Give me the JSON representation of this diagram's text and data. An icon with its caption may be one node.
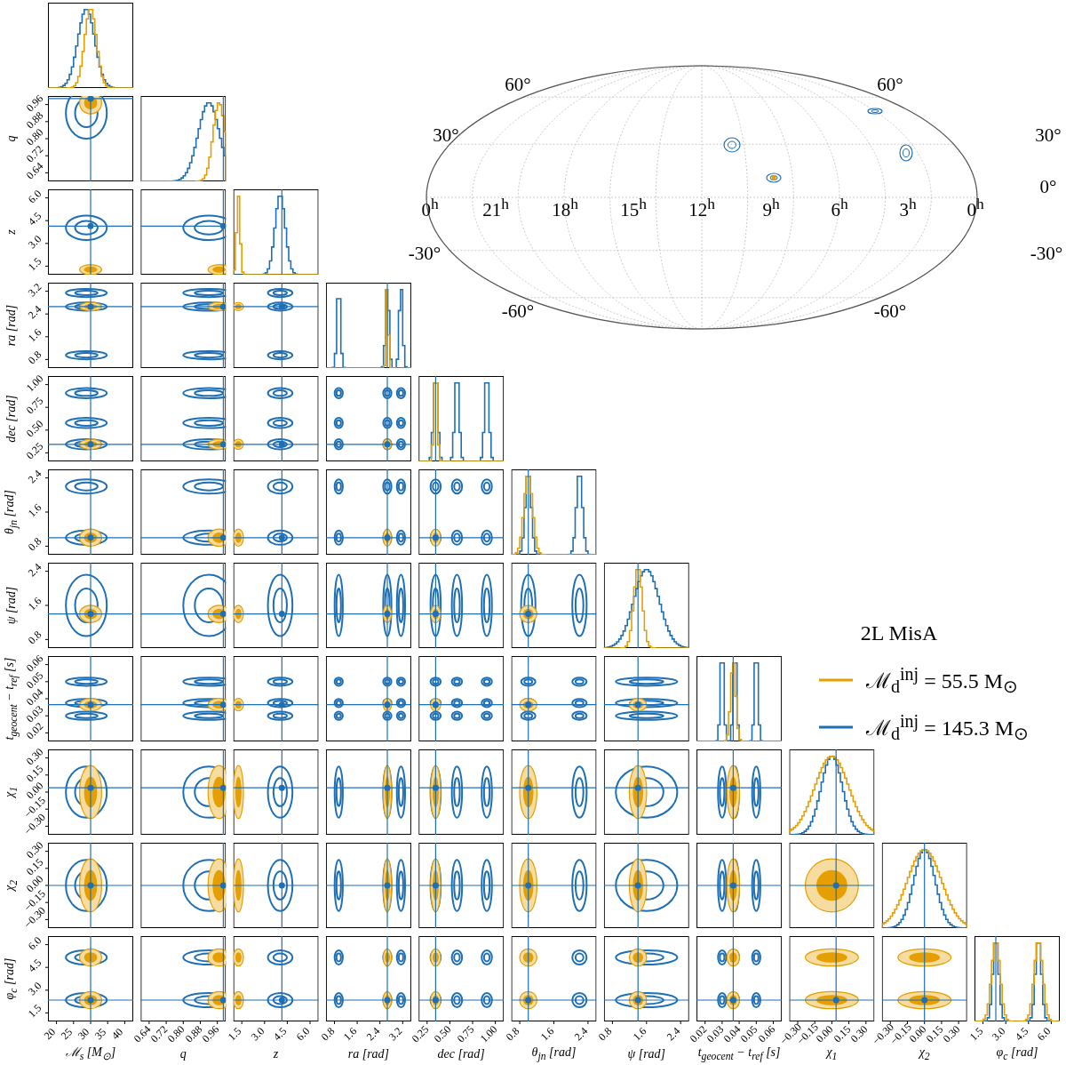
{
  "diagram": {
    "labels": [
      "60°",
      "60°",
      "30°",
      "30°",
      "0°",
      "0$^{h}$",
      "21$^{h}$",
      "18$^{h}$",
      "15$^{h}$",
      "12$^{h}$",
      "9$^{h}$",
      "6$^{h}$",
      "3$^{h}$",
      "0$^{h}$",
      "-30°",
      "-30°",
      "-60°",
      "-60°",
      "2L MisA",
      "q",
      "0.96",
      "0.88",
      "0.80",
      "0.72",
      "0.64",
      "z",
      "6.0",
      "4.5",
      "3.0",
      "1.5",
      "ra [rad]",
      "3.2",
      "2.4",
      "1.6",
      "0.8",
      "dec [rad]",
      "1.00",
      "0.75",
      "0.50",
      "0.25",
      "θ$_{jn}$ [rad]",
      "2.4",
      "1.6",
      "0.8",
      "ψ [rad]",
      "2.4",
      "1.6",
      "0.8",
      "t$_{geocent}$ − t$_{ref}$ [s]",
      "0.06",
      "0.05",
      "0.04",
      "0.03",
      "0.02",
      "χ$_{1}$",
      "0.30",
      "0.15",
      "0.00",
      "−0.15",
      "−0.30",
      "χ$_{2}$",
      "0.30",
      "0.15",
      "0.00",
      "−0.15",
      "−0.30",
      "φ$_{c}$ [rad]",
      "6.0",
      "4.5",
      "3.0",
      "1.5",
      "20",
      "25",
      "30",
      "35",
      "40",
      "0.64",
      "0.72",
      "0.80",
      "0.88",
      "0.96",
      "1.5",
      "3.0",
      "4.5",
      "6.0",
      "0.8",
      "1.6",
      "2.4",
      "3.2",
      "0.25",
      "0.50",
      "0.75",
      "1.00",
      "0.8",
      "1.6",
      "2.4",
      "0.8",
      "1.6",
      "2.4",
      "0.02",
      "0.03",
      "0.04",
      "0.05",
      "0.06",
      "−0.30",
      "−0.15",
      "0.00",
      "0.15",
      "0.30",
      "−0.30",
      "−0.15",
      "0.00",
      "0.15",
      "0.30",
      "1.5",
      "3.0",
      "4.5",
      "6.0",
      "ℳ$_{s}$ [M$_{⊙}$]",
      "q",
      "z",
      "ra [rad]",
      "dec [rad]",
      "θ$_{jn}$ [rad]",
      "ψ [rad]",
      "t$_{geocent}$ − t$_{ref}$ [s]",
      "χ$_{1}$",
      "χ$_{2}$",
      "φ$_{c}$ [rad]"
    ],
    "legend": [
      {
        "text": "ℳ$_{d}$$^{inj}$ = 55.5 M$_{⊙}$"
      },
      {
        "text": "ℳ$_{d}$$^{inj}$ = 145.3 M$_{⊙}$"
      }
    ]
  }
}
